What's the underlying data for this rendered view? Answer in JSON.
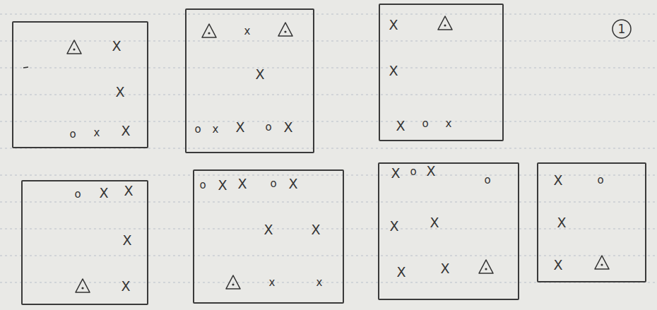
{
  "diagram": {
    "nodes": [
      {
        "text": [
          "X",
          "X",
          "o",
          "x",
          "X"
        ]
      },
      {
        "text": [
          "x",
          "X",
          "o",
          "x",
          "X",
          "o",
          "X"
        ]
      },
      {
        "text": [
          "X",
          "X",
          "X",
          "o",
          "x"
        ]
      },
      {
        "text": [
          "o",
          "X",
          "X",
          "X",
          "X"
        ]
      },
      {
        "text": [
          "o",
          "X",
          "X",
          "o",
          "X",
          "X",
          "X",
          "x",
          "x"
        ]
      },
      {
        "text": [
          "X",
          "o",
          "X",
          "o",
          "X",
          "X",
          "X",
          "X"
        ]
      },
      {
        "text": [
          "X",
          "o",
          "X",
          "X"
        ]
      }
    ],
    "labels": [
      "1"
    ]
  }
}
